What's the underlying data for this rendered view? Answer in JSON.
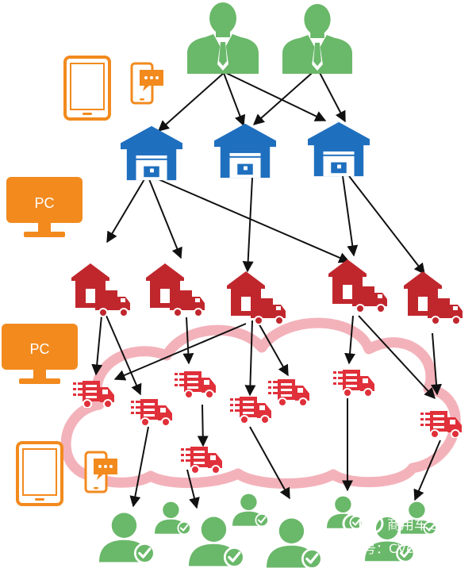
{
  "colors": {
    "manager": "#6ab86a",
    "warehouse": "#1f6fbf",
    "station": "#c0272d",
    "truck": "#e0303a",
    "cloud": "#f3b2ba",
    "device": "#f28a1e",
    "arrow": "#111111",
    "customer": "#6ab86a"
  },
  "devices": {
    "pc_label_top": "PC",
    "pc_label_middle": "PC",
    "tablet_icon": "tablet-icon",
    "phone_chat_icon": "phone-chat-icon",
    "monitor_icon": "monitor-icon"
  },
  "watermark": {
    "brand_text": "商用车之家",
    "wechat_text": "微信号：CVcheshi",
    "logo_icon": "brand-logo-icon",
    "wechat_icon": "wechat-icon"
  }
}
